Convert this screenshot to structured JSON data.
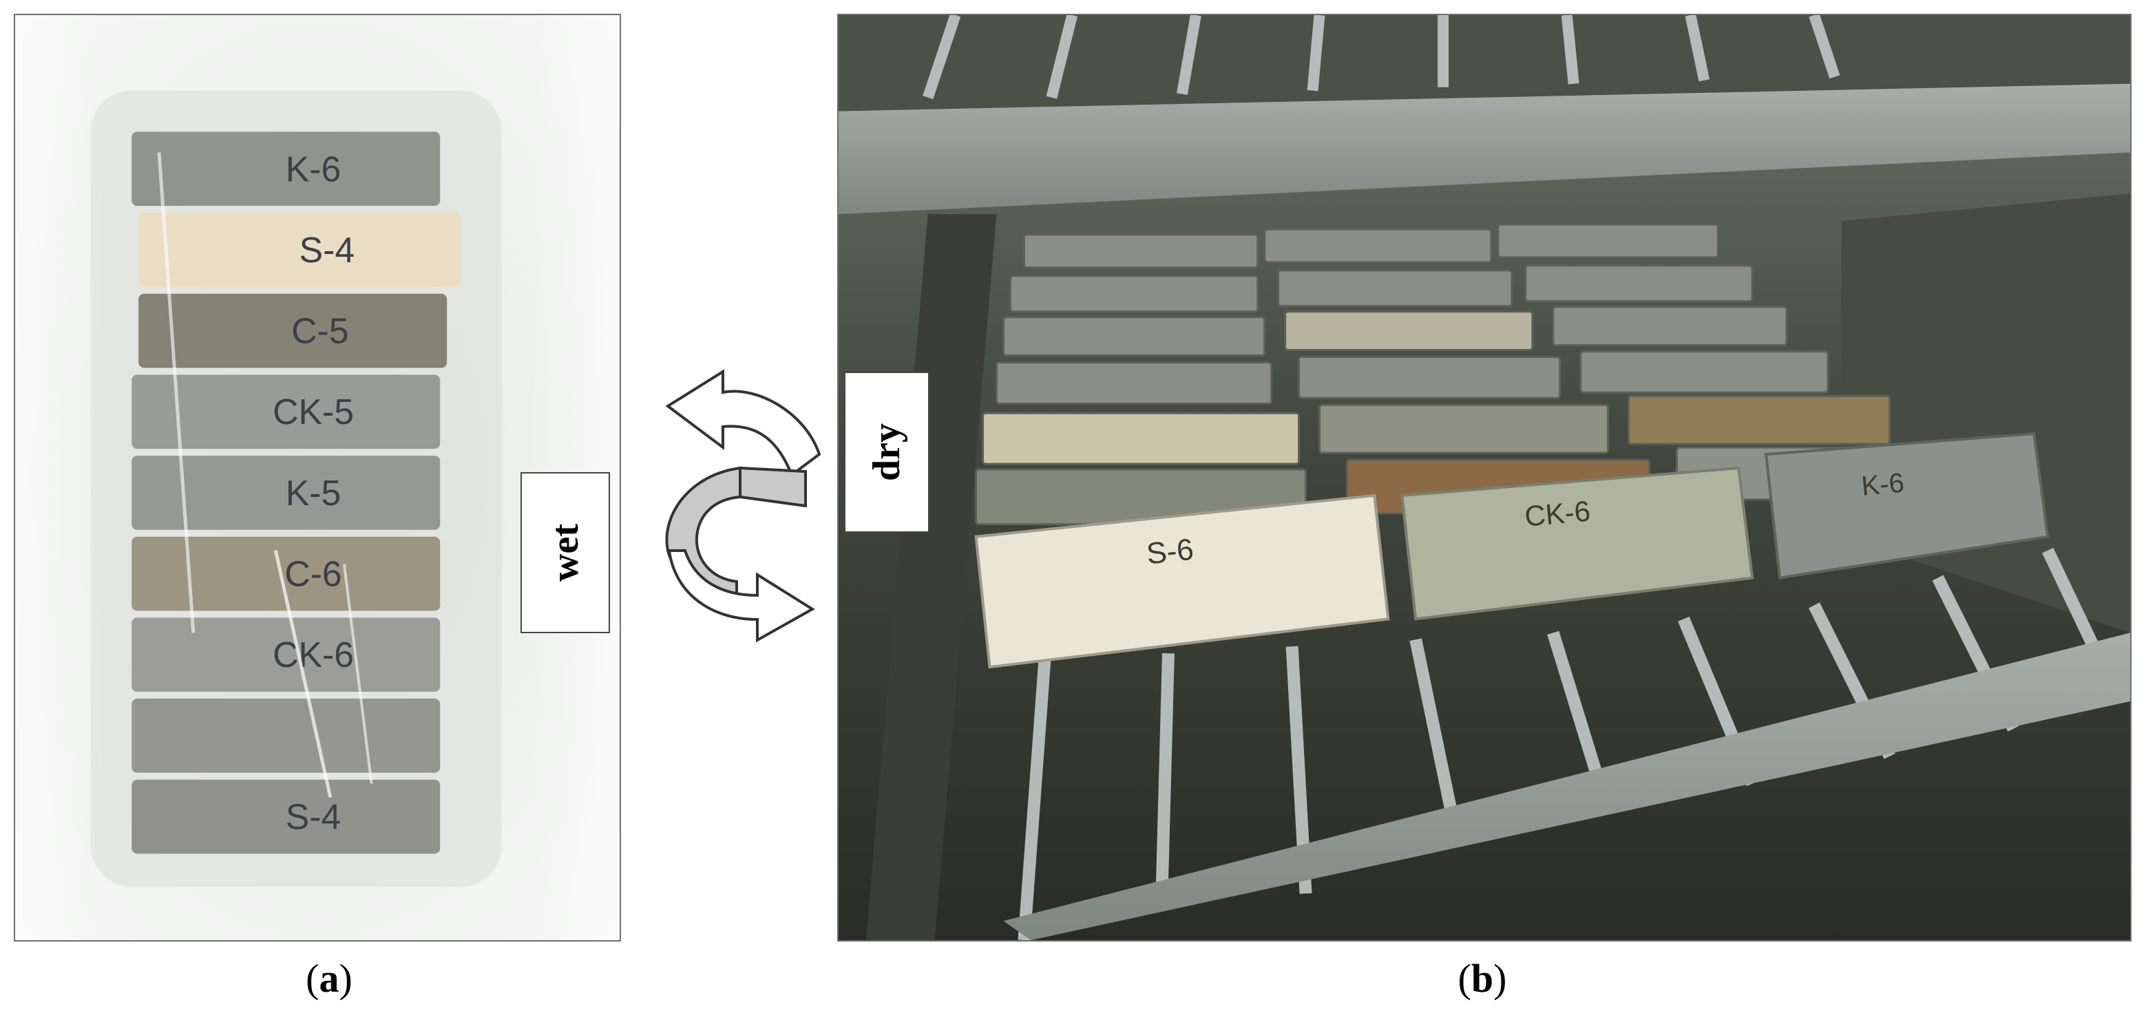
{
  "panel_a": {
    "caption_open": "(",
    "caption_letter": "a",
    "caption_close": ")",
    "state_label": "wet",
    "specimens": [
      {
        "label": "K-6",
        "color": "#8a8c88"
      },
      {
        "label": "S-4",
        "color": "#e9dcc0"
      },
      {
        "label": "C-5",
        "color": "#7d7a6c"
      },
      {
        "label": "CK-5",
        "color": "#929591"
      },
      {
        "label": "K-5",
        "color": "#8f918e"
      },
      {
        "label": "C-6",
        "color": "#958e7a"
      },
      {
        "label": "CK-6",
        "color": "#969792"
      },
      {
        "label": "",
        "color": "#8e8f8b"
      },
      {
        "label": "S-4",
        "color": "#8a8b87"
      }
    ]
  },
  "panel_b": {
    "caption_open": "(",
    "caption_letter": "b",
    "caption_close": ")",
    "state_label": "dry",
    "front_specimen_labels": [
      "S-6",
      "CK-6",
      "K-6"
    ]
  },
  "arrows": {
    "icon": "cycle-arrows-icon",
    "fill_gray": "#c9c9c9",
    "fill_white": "#ffffff",
    "stroke": "#333333"
  }
}
